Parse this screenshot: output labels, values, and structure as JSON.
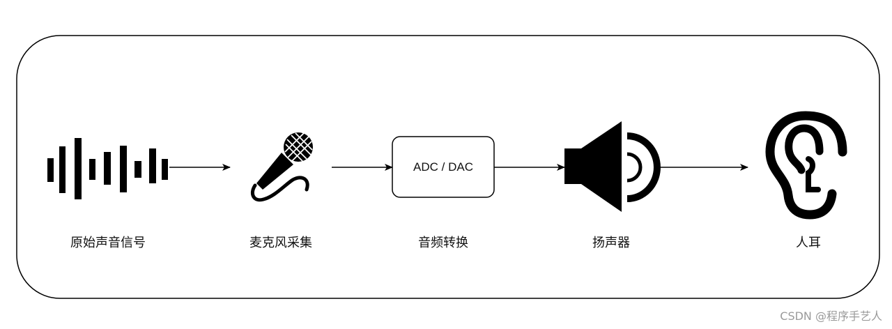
{
  "nodes": [
    {
      "id": "signal",
      "icon": "sound-wave-icon",
      "label": "原始声音信号"
    },
    {
      "id": "mic",
      "icon": "microphone-icon",
      "label": "麦克风采集"
    },
    {
      "id": "converter",
      "icon": "box",
      "box_text": "ADC / DAC",
      "label": "音频转换"
    },
    {
      "id": "speaker",
      "icon": "speaker-icon",
      "label": "扬声器"
    },
    {
      "id": "ear",
      "icon": "ear-icon",
      "label": "人耳"
    }
  ],
  "edges": [
    {
      "from": "signal",
      "to": "mic"
    },
    {
      "from": "mic",
      "to": "converter"
    },
    {
      "from": "converter",
      "to": "speaker"
    },
    {
      "from": "speaker",
      "to": "ear"
    }
  ],
  "watermark": "CSDN @程序手艺人",
  "colors": {
    "stroke": "#000000",
    "text": "#111111",
    "watermark": "#9a9a9a"
  }
}
